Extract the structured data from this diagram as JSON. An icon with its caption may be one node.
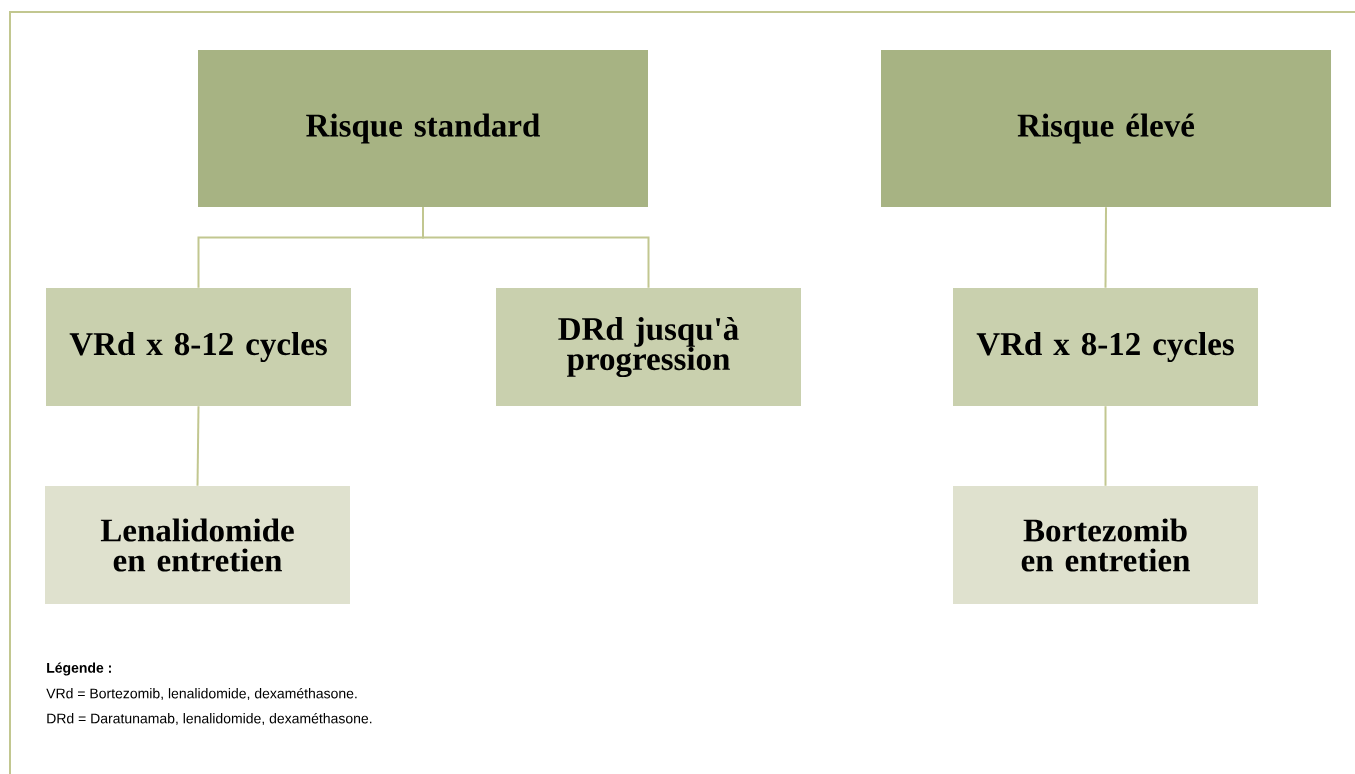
{
  "diagram": {
    "nodes": [
      {
        "text": [
          "Risque standard"
        ]
      },
      {
        "text": [
          "Risque élevé"
        ]
      },
      {
        "text": [
          "VRd x 8-12 cycles"
        ]
      },
      {
        "text": [
          "DRd jusqu'à progression"
        ]
      },
      {
        "text": [
          "VRd x 8-12 cycles"
        ]
      },
      {
        "text": [
          "Lenalidomide en entretien"
        ]
      },
      {
        "text": [
          "Bortezomib en entretien"
        ]
      }
    ],
    "edges": [
      {
        "from": 0,
        "to": 2,
        "arrow": "none"
      },
      {
        "from": 0,
        "to": 3,
        "arrow": "none"
      },
      {
        "from": 2,
        "to": 5,
        "arrow": "none"
      },
      {
        "from": 1,
        "to": 4,
        "arrow": "none"
      },
      {
        "from": 4,
        "to": 6,
        "arrow": "none"
      }
    ],
    "labels": [
      "**Légende :**",
      "VRd = Bortezomib, lenalidomide, dexaméthasone.",
      "DRd = Daratunamab, lenalidomide, dexaméthasone."
    ]
  }
}
